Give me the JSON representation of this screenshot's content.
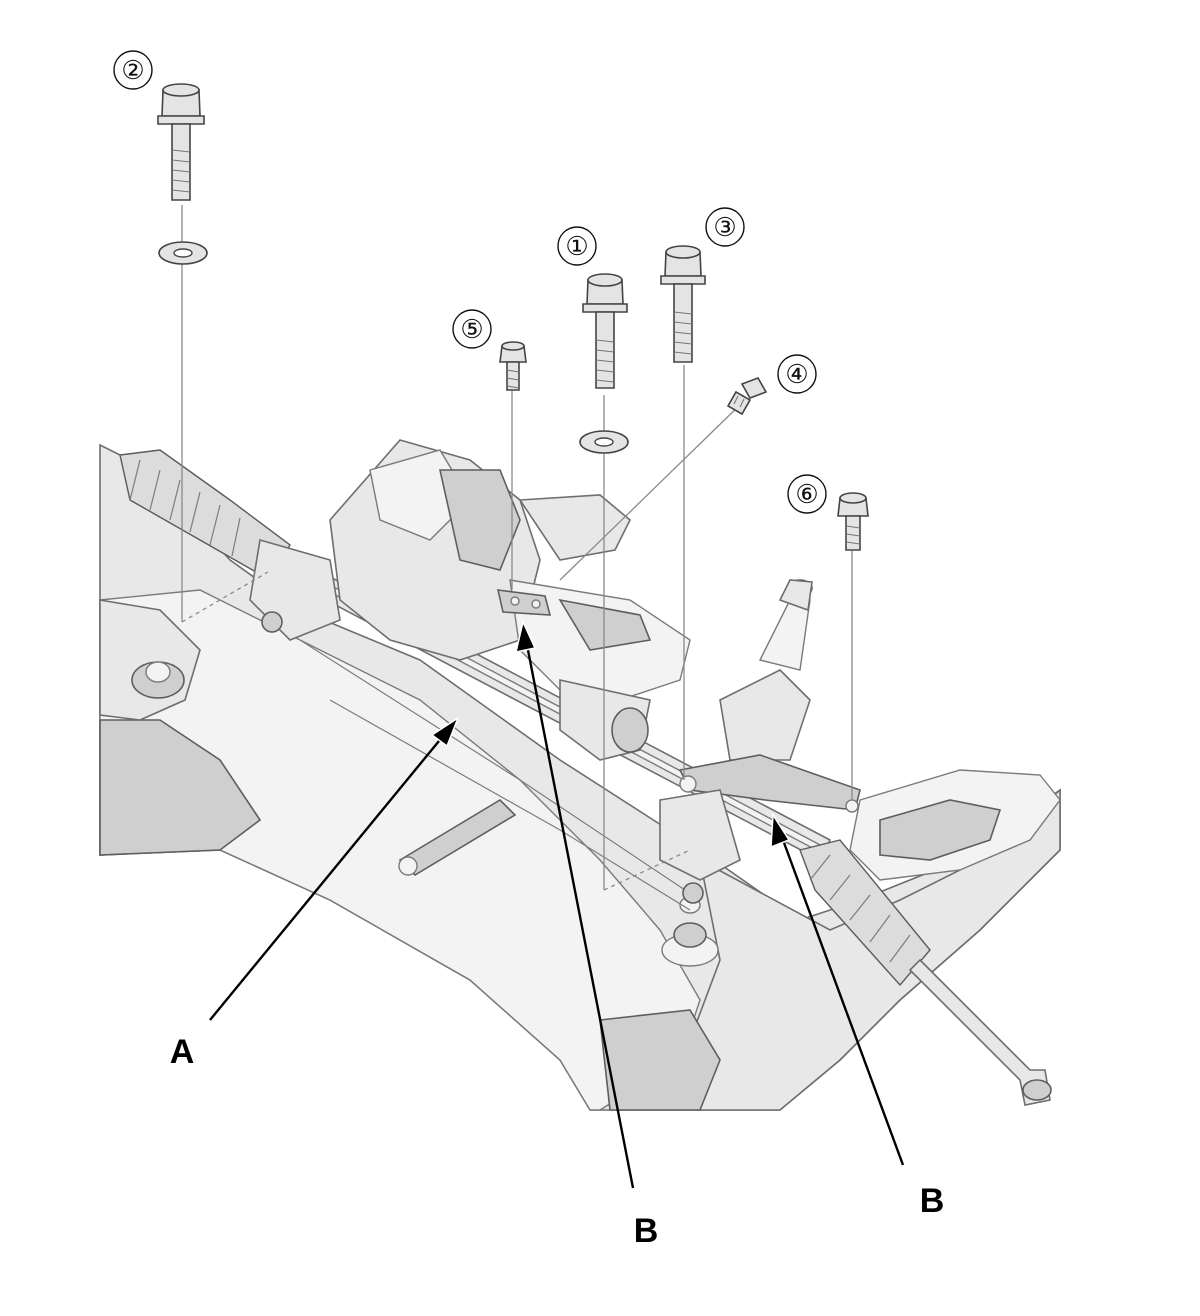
{
  "bolt_labels": {
    "bolt1": "①",
    "bolt2": "②",
    "bolt3": "③",
    "bolt4": "④",
    "bolt5": "⑤",
    "bolt6": "⑥"
  },
  "callout_labels": {
    "a": "A",
    "b_center": "B",
    "b_right": "B"
  }
}
